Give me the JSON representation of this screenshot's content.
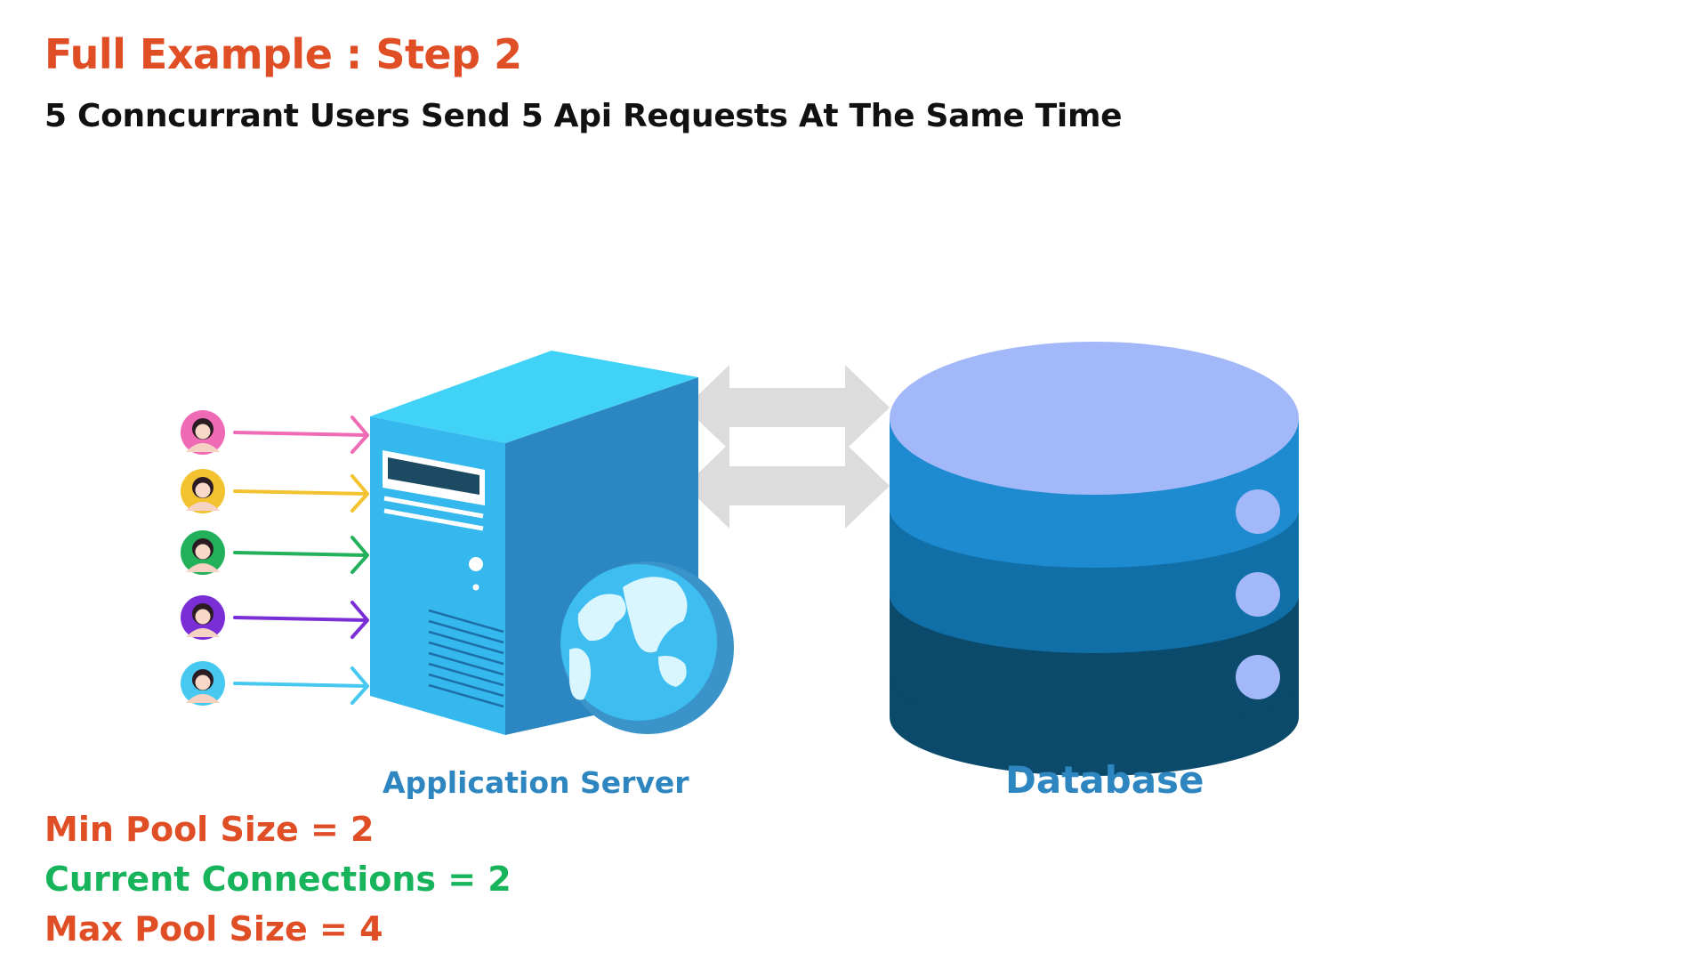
{
  "title": "Full Example : Step 2",
  "subtitle": "5 Conncurrant Users Send 5 Api Requests At The Same Time",
  "users": [
    {
      "icon": "user-avatar-icon",
      "color": "#f06bb6"
    },
    {
      "icon": "user-avatar-icon",
      "color": "#f2c230"
    },
    {
      "icon": "user-avatar-icon",
      "color": "#22b05a"
    },
    {
      "icon": "user-avatar-icon",
      "color": "#7a2fd6"
    },
    {
      "icon": "user-avatar-icon",
      "color": "#47c8f0"
    }
  ],
  "server": {
    "label": "Application Server",
    "icon": "server-tower-icon"
  },
  "database": {
    "label": "Database",
    "icon": "database-cylinder-icon"
  },
  "stats": {
    "min_pool": "Min Pool Size = 2",
    "current": "Current Connections = 2",
    "max_pool": "Max Pool Size = 4"
  },
  "colors": {
    "title": "#e04e26",
    "current": "#17b45c",
    "label": "#2e86c1",
    "arrow": "#dcdcdc"
  }
}
